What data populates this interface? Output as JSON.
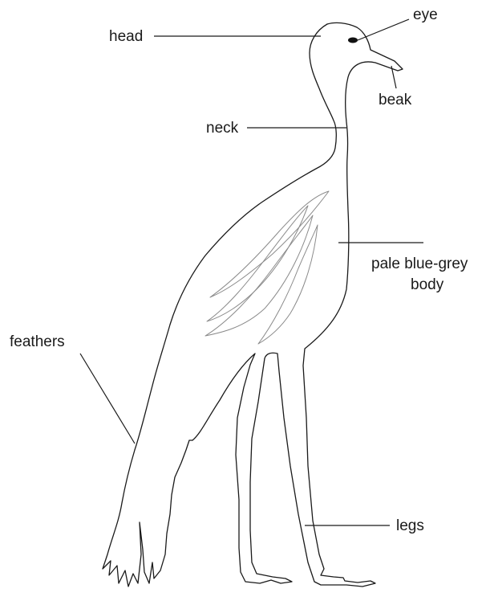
{
  "labels": {
    "head": "head",
    "eye": "eye",
    "beak": "beak",
    "neck": "neck",
    "body_line1": "pale blue-grey",
    "body_line2": "body",
    "feathers": "feathers",
    "legs": "legs"
  }
}
